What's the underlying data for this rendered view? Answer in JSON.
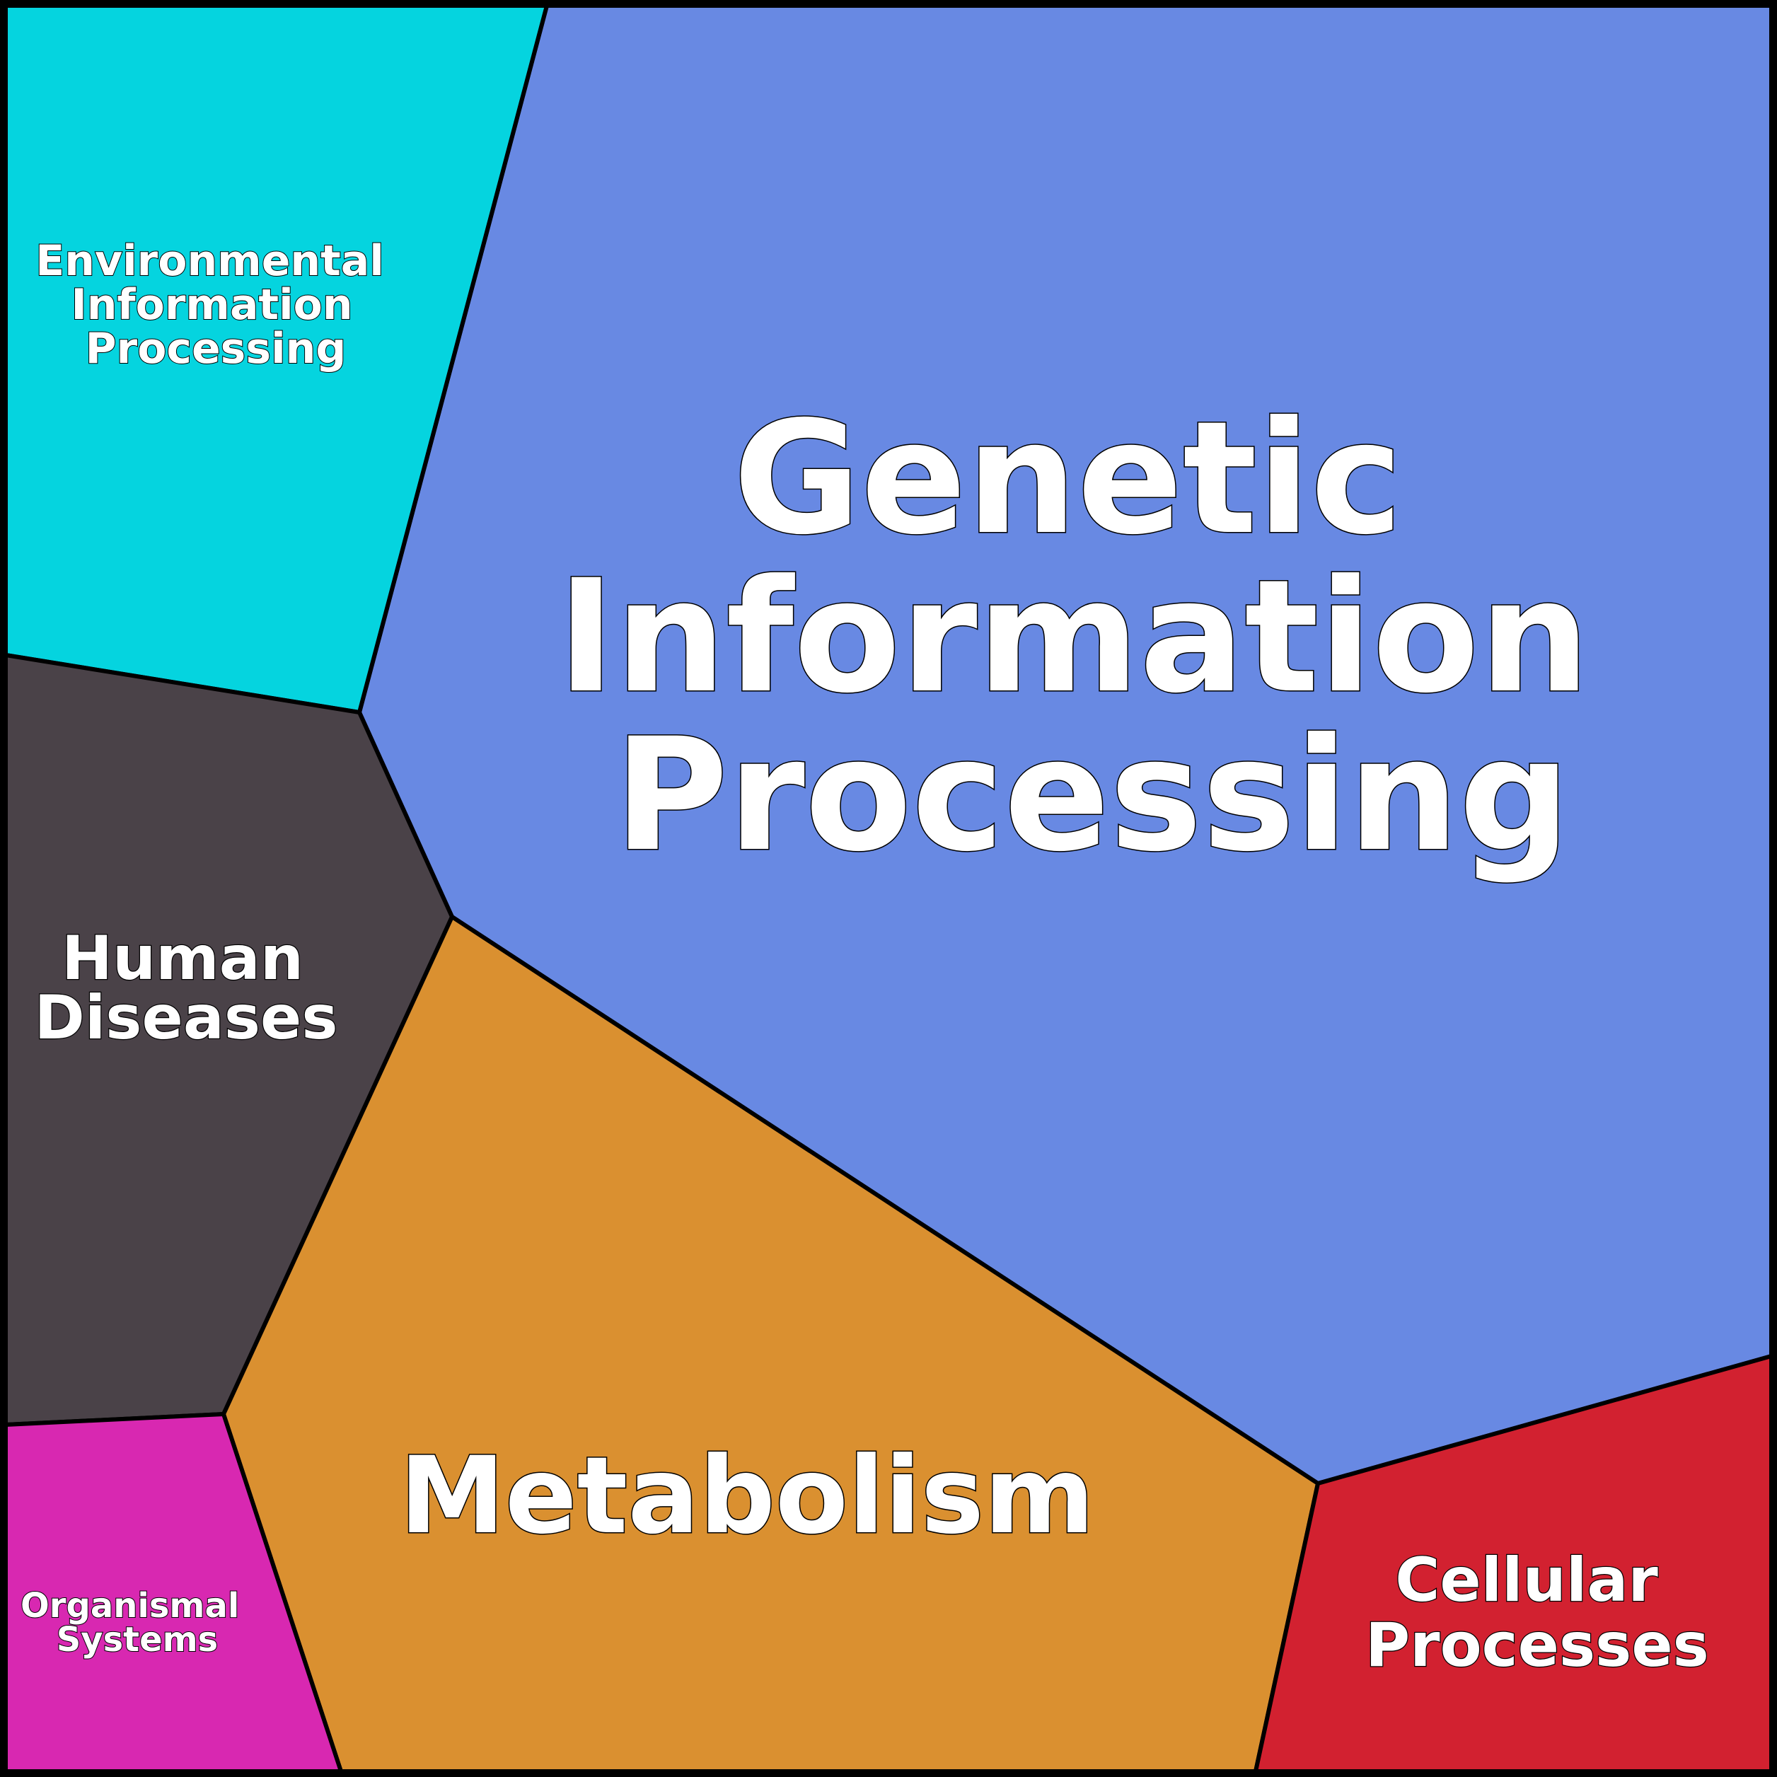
{
  "regions": [
    {
      "key": "genetic",
      "color": "#6889E3",
      "lines": [
        "Genetic",
        "Information",
        "Processing"
      ]
    },
    {
      "key": "environmental",
      "color": "#05D4DF",
      "lines": [
        "Environmental",
        "Information",
        "Processing"
      ]
    },
    {
      "key": "human_diseases",
      "color": "#4A4248",
      "lines": [
        "Human",
        "Diseases"
      ]
    },
    {
      "key": "metabolism",
      "color": "#DA9030",
      "lines": [
        "Metabolism"
      ]
    },
    {
      "key": "organismal",
      "color": "#D828B1",
      "lines": [
        "Organismal",
        "Systems"
      ]
    },
    {
      "key": "cellular",
      "color": "#D22130",
      "lines": [
        "Cellular",
        "Processes"
      ]
    }
  ]
}
